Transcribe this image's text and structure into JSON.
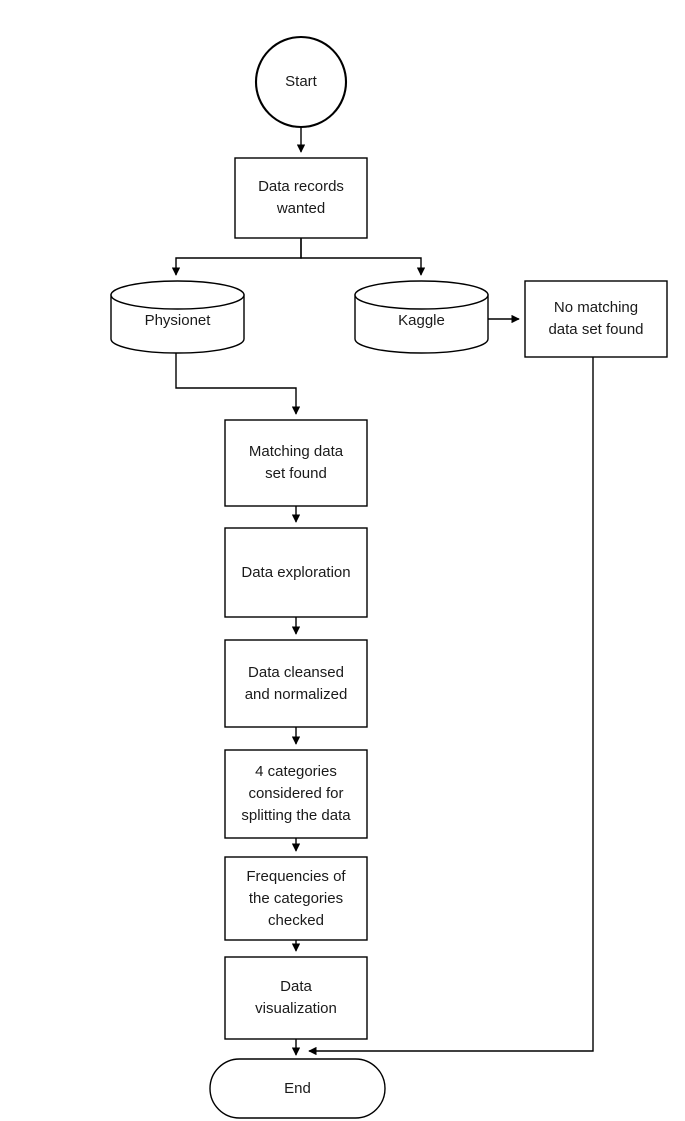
{
  "diagram": {
    "title": "Data analysis workflow flowchart",
    "background_color": "#ffffff",
    "stroke_color": "#000000",
    "text_color": "#1a1a1a"
  },
  "nodes": {
    "start": {
      "label": "Start",
      "shape": "circle"
    },
    "data_records_wanted": {
      "label": "Data records\nwanted",
      "shape": "process"
    },
    "physionet": {
      "label": "Physionet",
      "shape": "database"
    },
    "kaggle": {
      "label": "Kaggle",
      "shape": "database"
    },
    "no_matching": {
      "label": "No matching\ndata set found",
      "shape": "process"
    },
    "matching_found": {
      "label": "Matching data\nset found",
      "shape": "process"
    },
    "data_exploration": {
      "label": "Data exploration",
      "shape": "process"
    },
    "data_cleansed": {
      "label": "Data cleansed\nand normalized",
      "shape": "process"
    },
    "four_categories": {
      "label": "4 categories\nconsidered for\nsplitting the data",
      "shape": "process"
    },
    "frequencies": {
      "label": "Frequencies of\nthe categories\nchecked",
      "shape": "process"
    },
    "data_visualization": {
      "label": "Data\nvisualization",
      "shape": "process"
    },
    "end": {
      "label": "End",
      "shape": "terminator"
    }
  },
  "edges": [
    {
      "from": "start",
      "to": "data_records_wanted",
      "label": ""
    },
    {
      "from": "data_records_wanted",
      "to": "physionet",
      "label": ""
    },
    {
      "from": "data_records_wanted",
      "to": "kaggle",
      "label": ""
    },
    {
      "from": "physionet",
      "to": "matching_found",
      "label": ""
    },
    {
      "from": "kaggle",
      "to": "no_matching",
      "label": ""
    },
    {
      "from": "matching_found",
      "to": "data_exploration",
      "label": ""
    },
    {
      "from": "data_exploration",
      "to": "data_cleansed",
      "label": ""
    },
    {
      "from": "data_cleansed",
      "to": "four_categories",
      "label": ""
    },
    {
      "from": "four_categories",
      "to": "frequencies",
      "label": ""
    },
    {
      "from": "frequencies",
      "to": "data_visualization",
      "label": ""
    },
    {
      "from": "data_visualization",
      "to": "end",
      "label": ""
    },
    {
      "from": "no_matching",
      "to": "end",
      "label": ""
    }
  ]
}
